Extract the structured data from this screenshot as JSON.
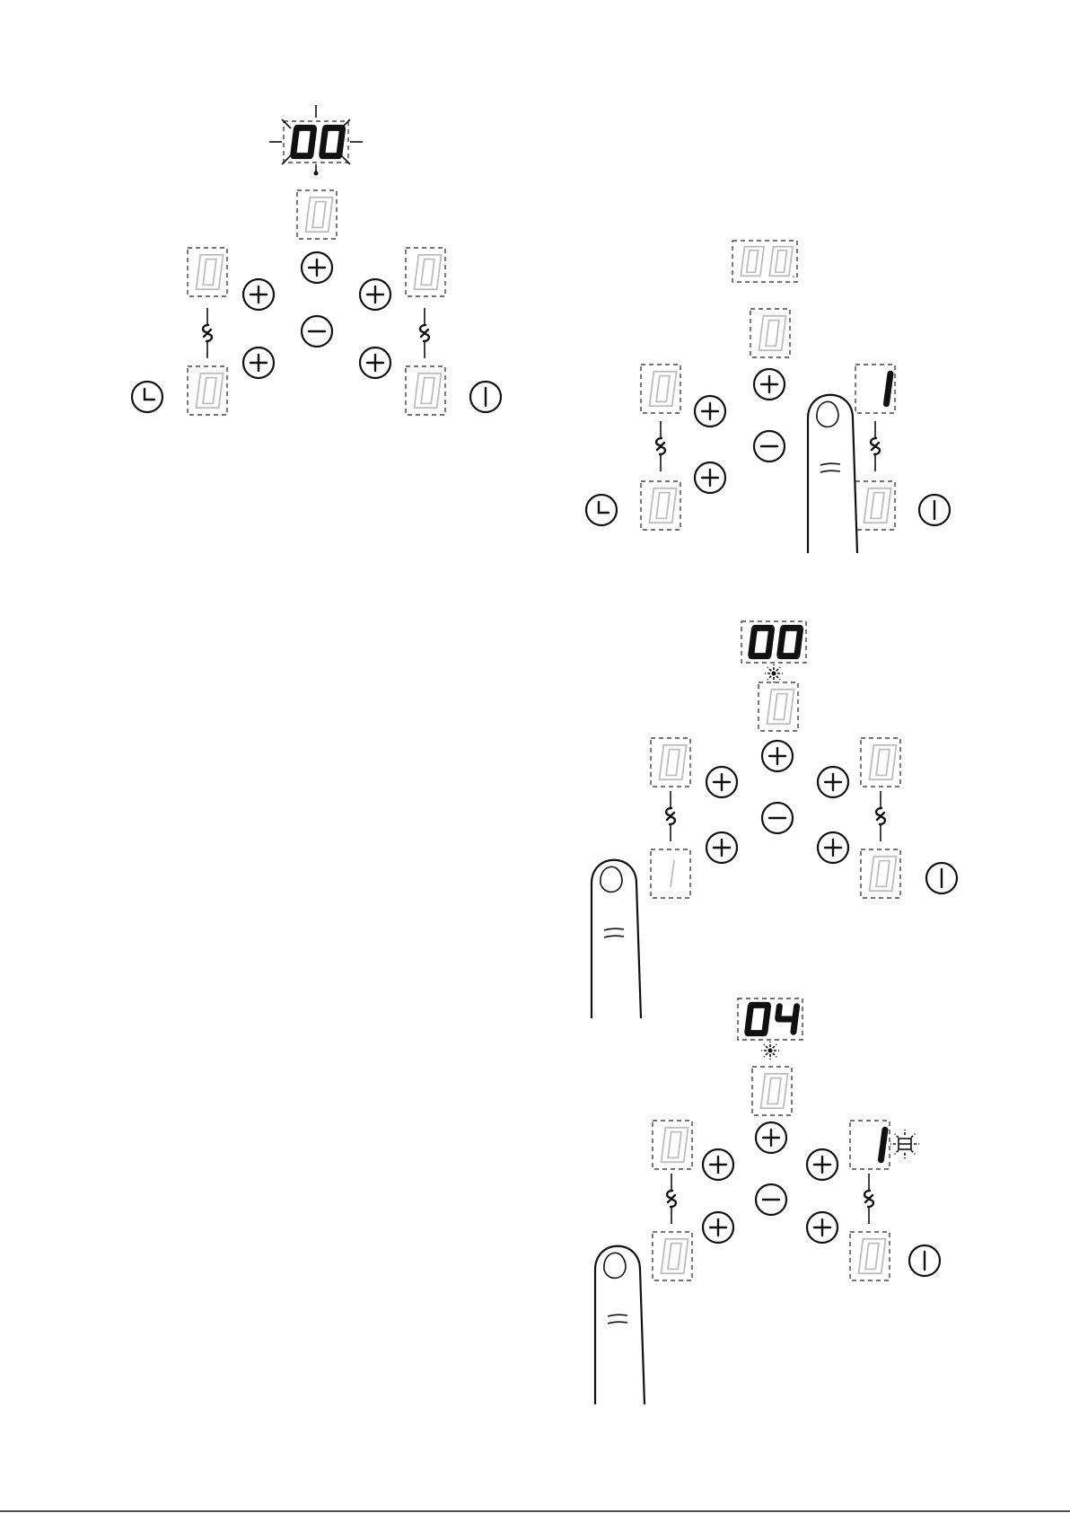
{
  "panels": [
    {
      "id": "panel-1",
      "x": 0,
      "y": 0,
      "timer": {
        "d1": "0",
        "d2": "0",
        "lit": true,
        "blink_rays": true,
        "dot": true
      },
      "zones": {
        "top": "0",
        "tl": "0",
        "tr": "0",
        "bl": "0",
        "br": "0"
      },
      "lit_zones": [],
      "finger": null,
      "extra_blink": null
    },
    {
      "id": "panel-2",
      "timer": {
        "d1": "0",
        "d2": "0",
        "lit": false
      },
      "zones": {
        "top": "0",
        "tl": "0",
        "tr": "1",
        "bl": "0",
        "br": "0"
      },
      "lit_zones": [
        "tr"
      ],
      "finger": "center-right"
    },
    {
      "id": "panel-3",
      "timer": {
        "d1": "0",
        "d2": "0",
        "lit": true,
        "small_blink": true
      },
      "zones": {
        "top": "0",
        "tl": "0",
        "tr": "0",
        "bl": "1",
        "br": "0"
      },
      "lit_zones": [],
      "finger": "bottom-left"
    },
    {
      "id": "panel-4",
      "timer": {
        "d1": "0",
        "d2": "4",
        "lit": true,
        "small_blink": true
      },
      "zones": {
        "top": "0",
        "tl": "0",
        "tr": "1",
        "bl": "0",
        "br": "0"
      },
      "lit_zones": [
        "tr"
      ],
      "finger": "bottom-left",
      "extra_blink": "tr-heat-indicator"
    }
  ]
}
